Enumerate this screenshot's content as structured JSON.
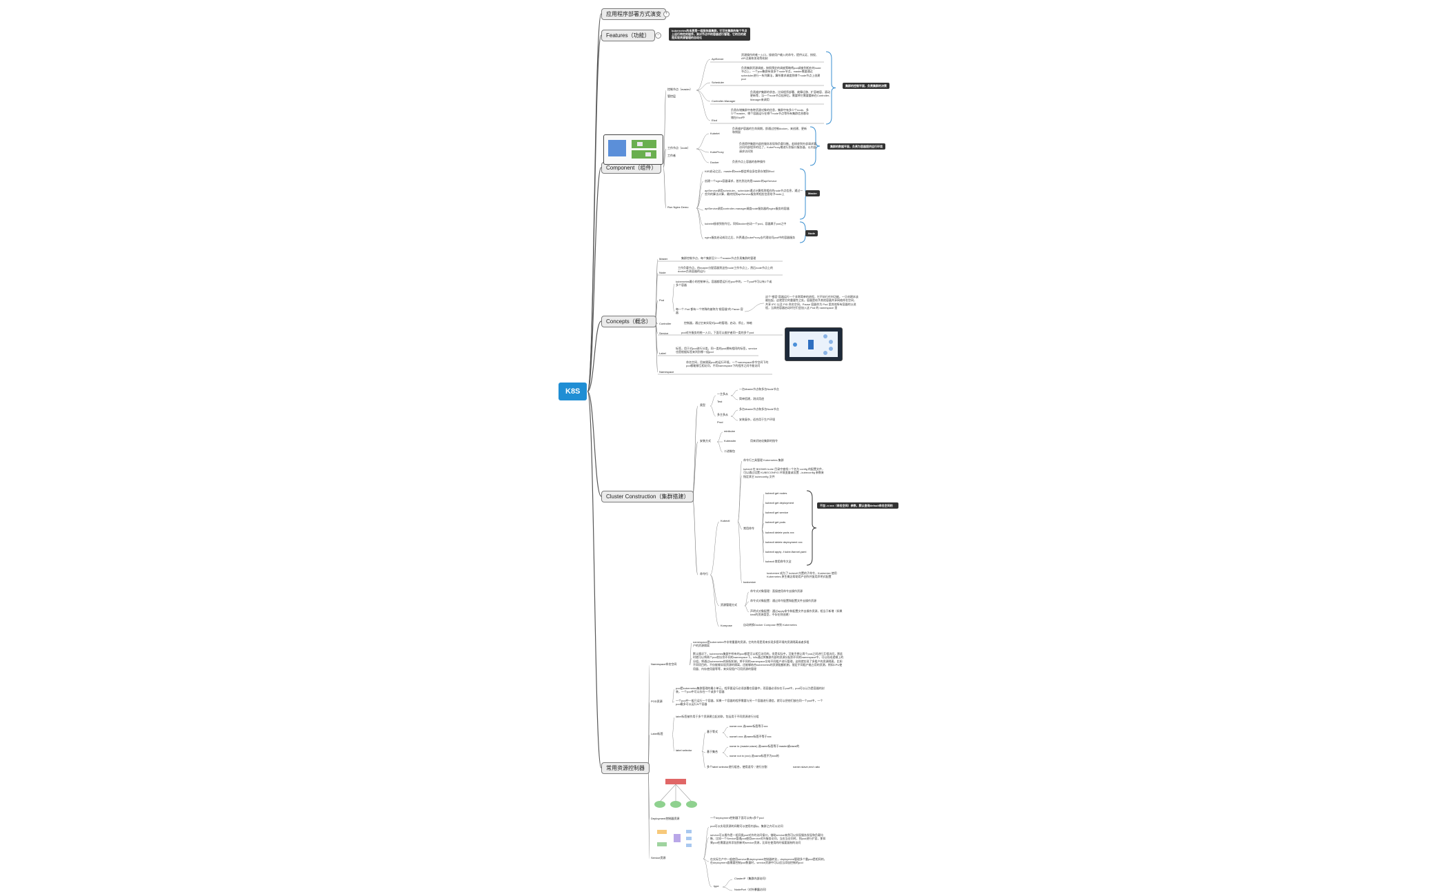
{
  "root": {
    "label": "K8S"
  },
  "topics": {
    "deploy": "应用程序部署方式演变",
    "features": "Features（功能）",
    "component": "Component（组件）",
    "concepts": "Concepts（概念）",
    "cluster": "Cluster Construction（集群搭建）",
    "controllers": "常用资源控制器"
  },
  "features_note": "kubernetes的本质是一组服务器集群，它可在集群的每个节点上运行特定的程序，来对节点中的容器进行管理，它的目的就是实现资源管理的自动化",
  "component": {
    "master_label": "控制节点（master）",
    "master_sub": "管控层",
    "api": "ApiServer",
    "api_desc": "资源操作的唯一入口，接收用户输入的命令，提供认证、授权、API注册和发现等机制",
    "sched": "Scheduler",
    "sched_desc": "负责集群资源调度，按照预定的调度策略将pod调度到相应的node节点上，一个pod集群有很多个node节点，master需要通过scheduler进行一系列算法，算所需求调度到哪个node节点上创建pod",
    "cm": "Controller-Manager",
    "cm_desc": "负责维护集群的状态，比如程序部署、故障迁移、扩容缩容、滚动更新等，当一个node节点挂掉后，需要将它需要重新在Controller-Manager来调用",
    "etcd": "Etcd",
    "etcd_desc": "负责存储集群中各种资源对象的信息，集群中有多少个node、多少个master、哪个容器运行在哪个node节点等所有集群信息都存储在Etcd中",
    "master_tag": "集群的控制平面，负责集群的决策",
    "node_label": "工作节点（node）",
    "node_sub": "工作者",
    "kubelet": "Kubelet",
    "kubelet_desc": "负责维护容器的生命周期，即通过控制docker，来创建、更新和销毁",
    "proxy": "KubeProxy",
    "proxy_desc": "负责提供集群内部的服务发现和负载均衡，若接收到外部请求要访问内部程序的话了，KubeProxy需进行到接口服务器，以内部请求访问到",
    "docker": "Docker",
    "docker_desc": "负责节点上容器的各种操作",
    "node_tag": "集群的数据平面，负责为容器提供运行环境",
    "nginx_label": "Run Nginx Demo",
    "nginx": [
      "K8S启动之后，master和node都会将自身信息存储到Etcd",
      "创建一个nginx容器请求，首先到达的是master的apiService",
      "apiService调用scheduler，scheduler通过计算找到相应的node节点信息，通过一些列的算法计算，最终找到apiService服务将相应信息给予node上",
      "apiService调用controller-manager调度node服务器的nginx服务的容器",
      "kubelet接收到指令后，同知docker启动一个pod，容器属于pod之中",
      "nginx服务启动成功之后，外界通过kubeProxy去代理访问pod中的容器服务"
    ],
    "master_badge": "Master",
    "node_badge": "Node"
  },
  "concepts": {
    "master": "Master",
    "master_desc": "集群控制节点，每个集群至少一个master节点负责集群的管理",
    "node": "Node",
    "node_desc": "工作负载节点，由master分配容器到这些node工作节点上，然后node节点上的docker负责容器的运行",
    "pod": "Pod",
    "pod_desc1": "kubernetes最小的控制单元，容器都是运行在pod中的，一个pod中可以有1个或多个容器",
    "pod_desc2": "每一个 Pod 都有一个特殊的被称为\"根容器\"的 Pause 容器",
    "pod_desc3": "这个\"根容\"容器运行一个非常简单的进程，它不执行任何功能，一旦创建本该被挂起，这就是它的重要性之处。容器是给予其他容器共享网络命名空间，共享 IPC 以及 PID 命名空间，Pause 容器作为 Pod 里其他所有容器的父进程，当其他容器启动时它们会加入这 Pod 的 namespace 里",
    "controller": "Controller",
    "controller_desc": "控制器，通过它来实现对pod的管理，启动、停止、伸缩",
    "service": "Service",
    "service_desc": "pod对外服务的统一入口，下面可以维护者同一类的多个pod",
    "label": "Label",
    "label_desc": "标签，用于对pod进行分类，同一类的pod拥有相同的标签，service也是根据标签来判别哪一组pod",
    "ns": "Namespace",
    "ns_desc": "命名空间，用来隔离pod的运行环境，一个namespace命令空间下的pod都能够互相访问，不同namespace下的程序之间不能访问"
  },
  "cluster": {
    "type": "类型",
    "one_master": "一主多从",
    "one_items": [
      "一台Master节点和多台Node节点",
      "简单搭建，测试用途"
    ],
    "test": "Test",
    "multi_master": "多主多从",
    "multi_items": [
      "多台Master节点和多台Node节点",
      "安装复杂，适合用于生产环境"
    ],
    "prod": "Prod",
    "install": "安装方式",
    "minikube": "minikube",
    "kubeadm": "Kubeadm",
    "kubeadm_desc": "用来初始化集群的指令",
    "binary": "二进制包",
    "cli": "命令行",
    "kubectl": "Kubectl",
    "kubectl_items": [
      "命令行工具管理 Kubernetes 集群",
      "kubectl 在 $HOME/.kube 目录中查找一个名为 config 的配置文件，可以通过设置 KUBECONFIG 环境变量或设置 --kubeconfig 参数来指定其它 kubeconfig 文件"
    ],
    "common_cmd": "常用命令",
    "cmds": [
      "kubectl get nodes",
      "kubectl get deployment",
      "kubectl get service",
      "kubectl get pods",
      "kubectl delete pods xxx",
      "kubectl delete deployment xxx",
      "kubectl apply -f kube-flannel.yaml",
      "kubectl 常用命令大全"
    ],
    "cmd_tag": "不加 -n xxx（命名空间）参数，默认查询default命名空间的",
    "kustomize": "kustomize",
    "kustomize_desc": "kustomize 成为了 kubectl 内置的子命令，Kustomize 使用 Kubernetes 原生概念帮助用户创作并复用声明式配置",
    "res_mgmt": "资源管理方式",
    "res_items": [
      "命令式对象管理：直接使用命令去操作资源",
      "命令式对象配置：通过命令配置和配置文件去操作资源",
      "声明式对象配置：通过apply命令和配置文件去操作资源，相当于新增（如果kind的资源类型，不存在则创建）"
    ],
    "kompose": "Kompose",
    "kompose_desc": "自动转换Docker Compose 带到 Kubernetes"
  },
  "controllers": {
    "ns": "Namespace命名空间",
    "ns_desc1": "namespace是kubernetes中非常重要的资源，它的作用是用来实现多套环境的资源隔离或者多租户的资源隔离",
    "ns_desc2": "默认情况下，kubernetes集群中所有的pod都是可以相互访问的，但是实际中，可能不想让两个pod之间进行互相访问，那此时就可以将两个pod划分到不同的namespace下。k8s通过将集群内部的资源分配到不同的namespace中，可以形成逻辑上的分组，将通过kubernetes的授权机制，将不同的namespace交给不同租户进行管理，这样就实现了多租户的资源隔离，比如不同项目的，不仅能够实现资源的隔离，还能够结合kubernetes的资源配额机制，限定不同租户能占用的资源，例如CPU使用量、内存使用量等等，来实现租户可用资源的管理",
    "pod": "POD资源",
    "pod_desc1": "pod是kubernetes集群管理的最小单元，程序要运行必须部署在容器中，而容器必须存在于pod中，pod可以认为是容器的封装，一个pod中可以存在一个或多个容器",
    "pod_desc2": "一个pod中一般只运行一个容器，如果一个容器的程序需要与另一个容器进行通信，就可以把他们放在同一个pod中，一个pod最多可以运行N个容器",
    "label": "Label标签",
    "label_desc": "label标签被作用于多个资源建立起关联，包括用于不同资源进行分组",
    "selector": "label selector",
    "base": "基于等式",
    "base_items": [
      "name=xxx 选name标签等于xxx",
      "name!=xxx 选name标签不等于xxx"
    ],
    "set": "基于集合",
    "set_items": [
      "name in (master,slave) 选name标签等于master或slave的",
      "name not in (xxx) 选name标签不为xxx的"
    ],
    "multi_sel": "多个label selector进行组合，使用逗号\",\"进行分割",
    "multi_sel_ex": "name=slave,env!=abc",
    "deployment": "Deployment控制器资源",
    "deployment_desc": "一个deployment控制器下面可以有n多个pod",
    "svc": "Service资源",
    "svc_items": [
      "pod可以实现资源的间歇可以使用内部ip，集群之内可以访问",
      "service可以看作是一组同类pod对外的访问接口，借助service来然可以实现服务发现和负载均衡，比如一个Service管理pod使用service对外服务访问，当应当访问时，到pod进行扩容，那如果pod也需要这样添加到新的service资源，比如在使用的时候要复制的访问",
      "在实际生产中一般使用service来deployment控制器转化，deployment管理多个重pod是相同的，在deployment面需要控制pod数量时，service资源中可以适当添加控制的pod"
    ],
    "type": "type",
    "type_items": [
      "ClusterIP（集群内部访问）",
      "NodePort（对外暴露访问）"
    ]
  }
}
